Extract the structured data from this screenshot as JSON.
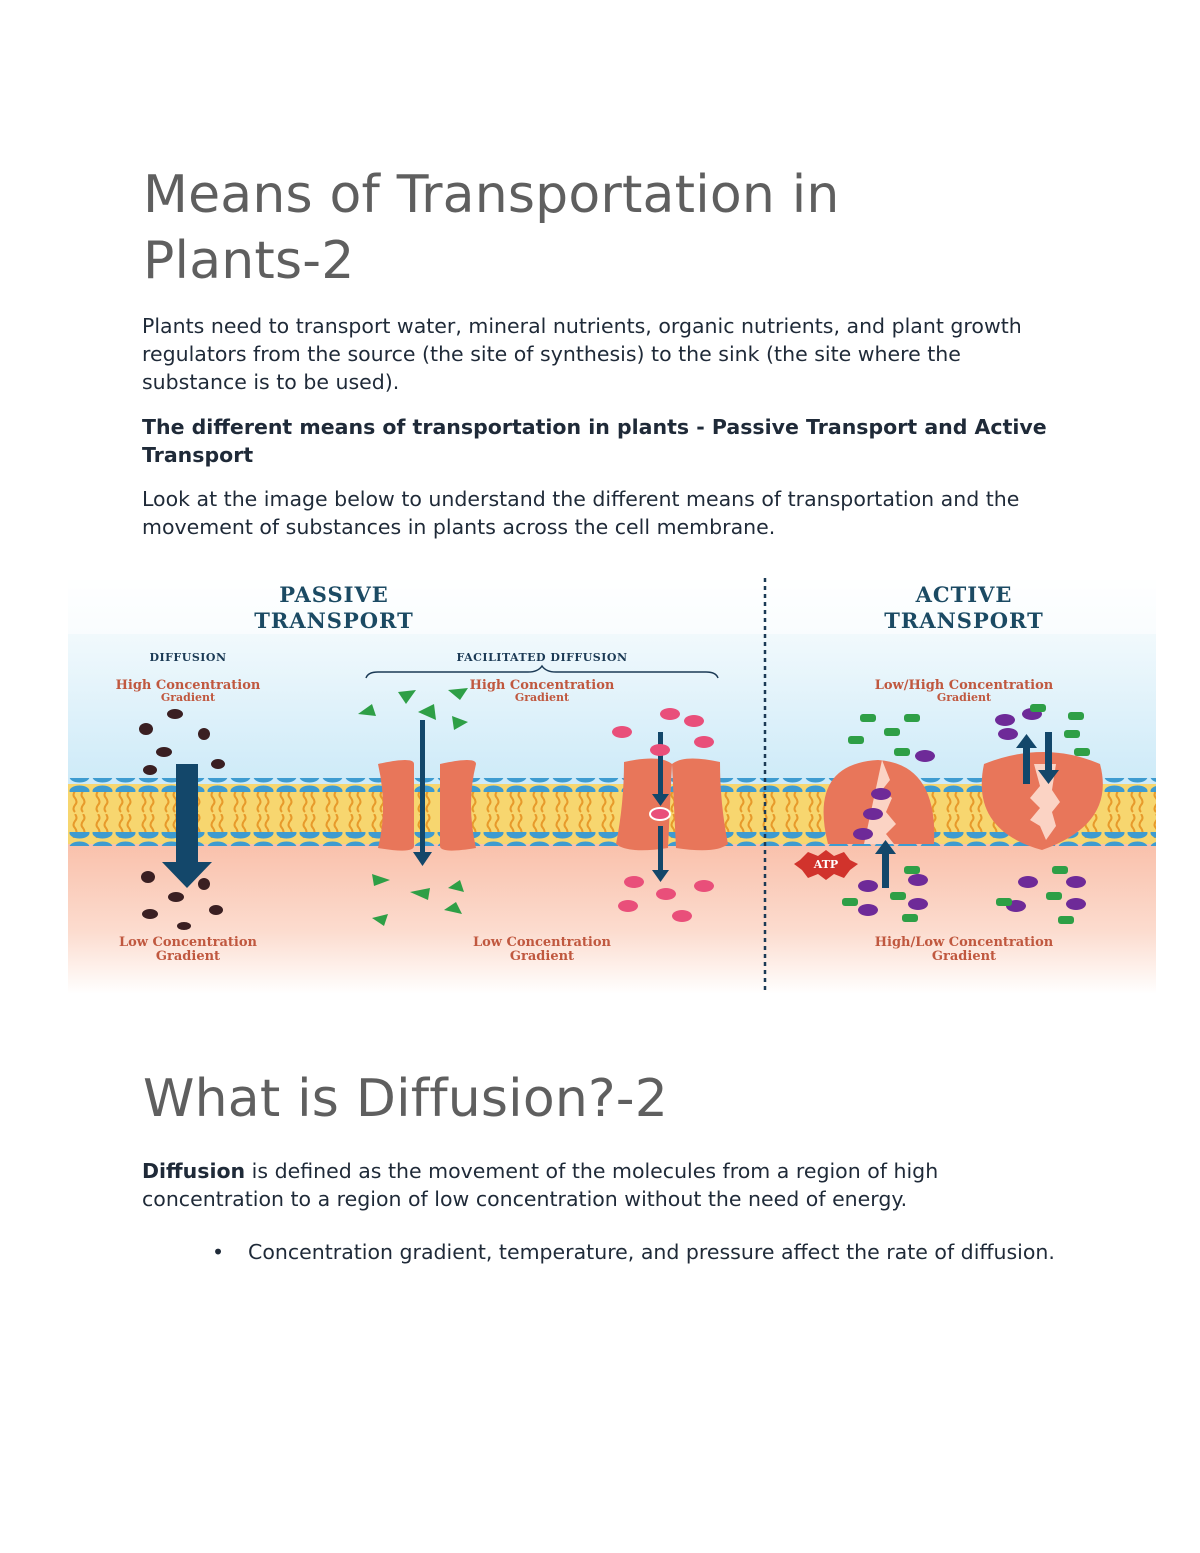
{
  "section1": {
    "title": "Means of Transportation in Plants-2",
    "paragraph1": "Plants need to transport water, mineral nutrients, organic nutrients, and plant growth regulators from the source (the site of synthesis) to the sink (the site where the substance is to be used).",
    "paragraph2_bold": "The different means of transportation in plants - Passive Transport and Active Transport",
    "paragraph3": "Look at the image below to understand the different means of transportation and the movement of substances in plants across the cell membrane."
  },
  "diagram": {
    "passive": {
      "title_line1": "PASSIVE",
      "title_line2": "TRANSPORT",
      "diffusion": {
        "label": "DIFFUSION",
        "top_label": "High Concentration",
        "top_sub": "Gradient",
        "bottom_label": "Low Concentration",
        "bottom_sub": "Gradient"
      },
      "facilitated": {
        "label": "FACILITATED DIFFUSION",
        "top_label": "High Concentration",
        "top_sub": "Gradient",
        "bottom_label": "Low Concentration",
        "bottom_sub": "Gradient"
      }
    },
    "active": {
      "title_line1": "ACTIVE",
      "title_line2": "TRANSPORT",
      "top_label": "Low/High Concentration",
      "top_sub": "Gradient",
      "bottom_label": "High/Low Concentration",
      "bottom_sub": "Gradient",
      "atp_label": "ATP"
    },
    "colors": {
      "title": "#1b4a63",
      "gradient_label": "#c0583f",
      "membrane_head": "#3e9bd0",
      "membrane_core": "#f7d66f",
      "protein": "#e8765a",
      "arrow": "#13476a",
      "top_bg": "#d7eff9",
      "bottom_bg": "#f9c6b3"
    }
  },
  "section2": {
    "title": "What is Diffusion?-2",
    "term_bold": "Diffusion",
    "definition": " is defined as the movement of the molecules from a region of high concentration to a region of low concentration without the need of energy.",
    "bullets": [
      "Concentration gradient, temperature, and pressure affect the rate of diffusion."
    ],
    "bullet_glyph": "•"
  }
}
